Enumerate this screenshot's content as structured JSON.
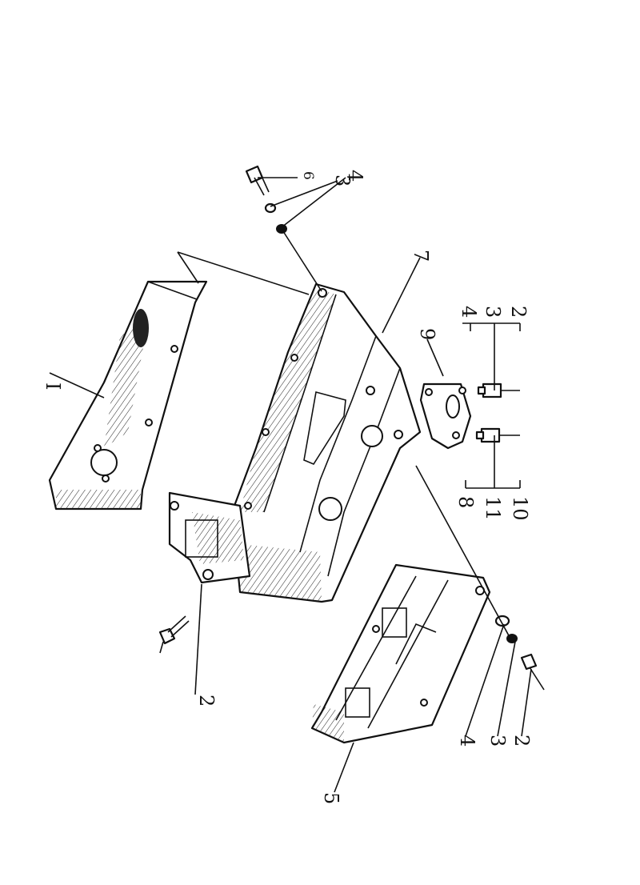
{
  "diagram": {
    "callouts": [
      {
        "id": "1",
        "text": "I"
      },
      {
        "id": "2a",
        "text": "2"
      },
      {
        "id": "2b",
        "text": "2"
      },
      {
        "id": "2c",
        "text": "2"
      },
      {
        "id": "3a",
        "text": "3"
      },
      {
        "id": "3b",
        "text": "3"
      },
      {
        "id": "3c",
        "text": "3"
      },
      {
        "id": "4a",
        "text": "4"
      },
      {
        "id": "4b",
        "text": "4"
      },
      {
        "id": "4c",
        "text": "4"
      },
      {
        "id": "5",
        "text": "5"
      },
      {
        "id": "6",
        "text": "6"
      },
      {
        "id": "7",
        "text": "7"
      },
      {
        "id": "8",
        "text": "8"
      },
      {
        "id": "9",
        "text": "9"
      },
      {
        "id": "10",
        "text": "10"
      },
      {
        "id": "11",
        "text": "11"
      }
    ]
  },
  "colors": {
    "ink": "#111111",
    "paper": "#ffffff"
  }
}
